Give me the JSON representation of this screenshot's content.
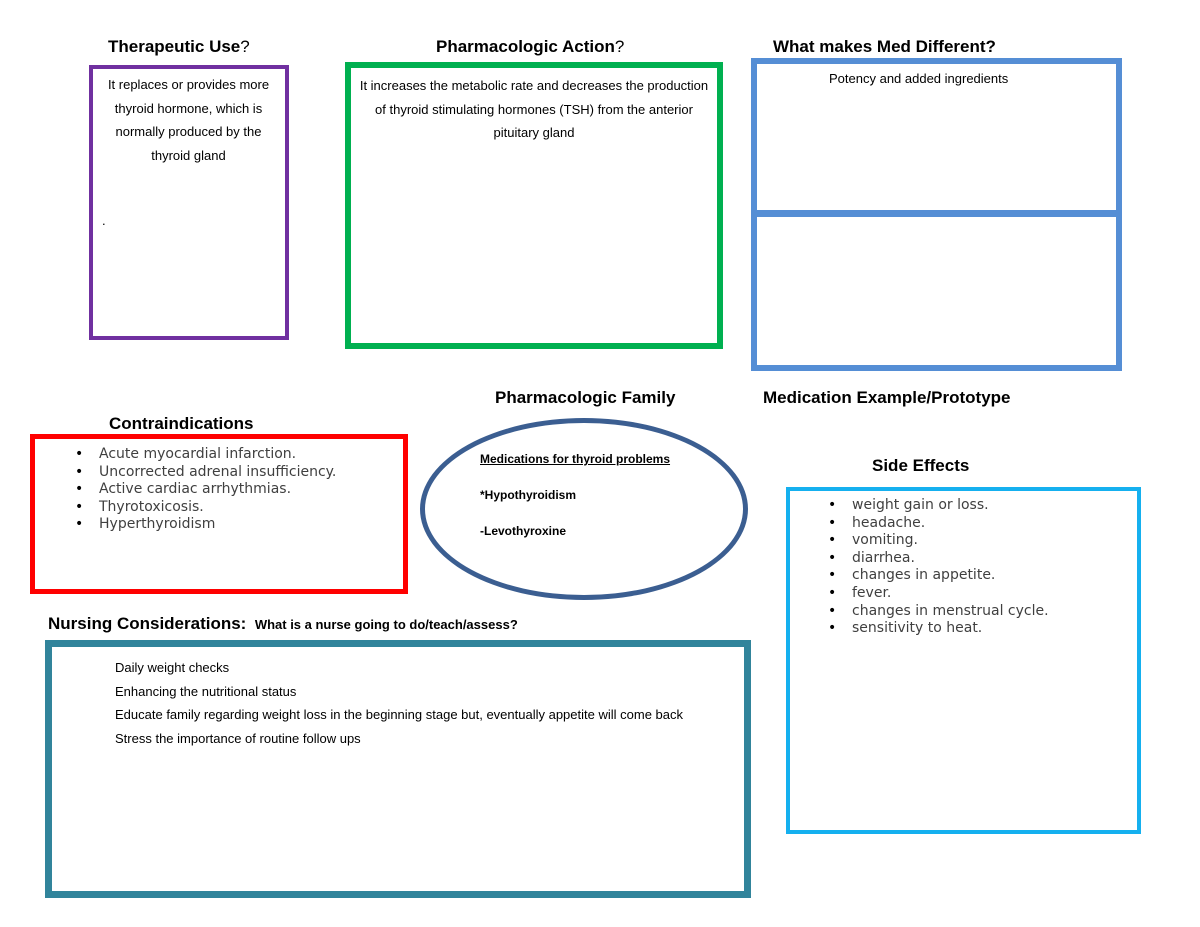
{
  "therapeutic_use": {
    "heading": "Therapeutic Use",
    "heading_suffix": "?",
    "text": "It replaces or provides more thyroid hormone, which is normally produced by the thyroid gland",
    "extra": "."
  },
  "pharmacologic_action": {
    "heading": "Pharmacologic Action",
    "heading_suffix": "?",
    "text": "It increases the metabolic rate and decreases the production of thyroid stimulating hormones (TSH) from the anterior pituitary gland"
  },
  "med_different": {
    "heading": "What makes Med Different?",
    "text": "Potency and added ingredients"
  },
  "contraindications": {
    "heading": "Contraindications",
    "items": [
      "Acute myocardial infarction.",
      "Uncorrected adrenal insufficiency.",
      "Active cardiac arrhythmias.",
      "Thyrotoxicosis.",
      "Hyperthyroidism"
    ]
  },
  "pharmacologic_family": {
    "heading": "Pharmacologic Family",
    "line1": "Medications for thyroid problems",
    "line2": "*Hypothyroidism",
    "line3": "-Levothyroxine"
  },
  "medication_example": {
    "heading": "Medication Example/Prototype"
  },
  "side_effects": {
    "heading": "Side Effects",
    "items": [
      "weight gain or loss.",
      "headache.",
      "vomiting.",
      "diarrhea.",
      "changes in appetite.",
      "fever.",
      "changes in menstrual cycle.",
      "sensitivity to heat."
    ]
  },
  "nursing": {
    "heading": "Nursing Considerations:",
    "subheading": "What is a nurse going to do/teach/assess?",
    "lines": [
      "Daily weight checks",
      "Enhancing the nutritional status",
      "Educate family regarding weight loss in the beginning stage but, eventually appetite will come back",
      "Stress the importance of routine follow ups"
    ]
  },
  "colors": {
    "purple": "#7030a0",
    "green": "#00b050",
    "blue": "#558ed5",
    "red": "#ff0000",
    "navy": "#3b5e91",
    "sky": "#15b0ef",
    "teal": "#31849b"
  }
}
